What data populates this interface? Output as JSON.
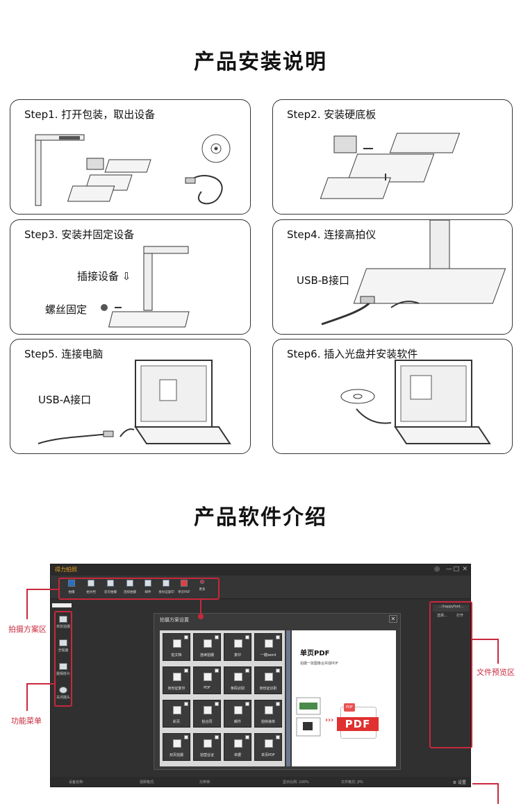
{
  "heading_install": "产品安装说明",
  "steps": [
    {
      "label": "Step1. 打开包装，取出设备"
    },
    {
      "label": "Step2. 安装硬底板"
    },
    {
      "label": "Step3. 安装并固定设备"
    },
    {
      "label": "Step4. 连接高拍仪"
    },
    {
      "label": "Step5. 连接电脑"
    },
    {
      "label": "Step6. 插入光盘并安装软件"
    }
  ],
  "step3_notes": {
    "plug": "插接设备 ⇩",
    "screw": "螺丝固定"
  },
  "step4_note": "USB-B接口",
  "step5_note": "USB-A接口",
  "heading_software": "产品软件介绍",
  "app": {
    "name": "得力拍照",
    "toolbar": [
      "拍摄",
      "拍文档",
      "双页拍摄",
      "连续拍摄",
      "邮件",
      "身份证复印",
      "单页PDF",
      "更多"
    ],
    "side_menu": [
      "单张拍摄",
      "全幅面",
      "摄相拼片",
      "关闭摄头"
    ],
    "dialog_title": "拍摄方案设置",
    "tiles": [
      "拍文档",
      "连续拍摄",
      "复印",
      "一键word",
      "身份证复印",
      "PDF",
      "条码识别",
      "身份证识别",
      "彩页",
      "拍合同",
      "邮件",
      "拍快递单",
      "双页拍摄",
      "拍营业证",
      "单据",
      "单页PDF"
    ],
    "panel_title": "单页PDF",
    "panel_desc": "拍摄一张图像合并成PDF",
    "pdf_text": "PDF",
    "preview_path": "...\\happyfoot...",
    "preview_select": "选择...",
    "preview_open": "打开",
    "status": [
      "设备名称:",
      "视频格式:",
      "分辨率:",
      "显示比例: 100%",
      "文件格式: JPG"
    ],
    "settings": "设置"
  },
  "annotations": {
    "shoot_area": "拍摄方案区",
    "function_menu": "功能菜单",
    "file_preview": "文件预览区"
  },
  "colors": {
    "annotation_red": "#c8283c",
    "app_dark": "#303030",
    "accent_orange": "#e8a020"
  }
}
